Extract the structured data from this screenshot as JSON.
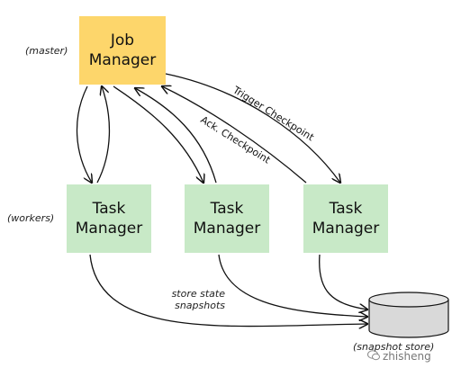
{
  "nodes": {
    "job_manager": "Job\nManager",
    "task_manager_1": "Task\nManager",
    "task_manager_2": "Task\nManager",
    "task_manager_3": "Task\nManager"
  },
  "roles": {
    "master": "(master)",
    "workers": "(workers)"
  },
  "edge_labels": {
    "trigger": "Trigger Checkpoint",
    "ack": "Ack. Checkpoint",
    "store": "store state\nsnapshots"
  },
  "store": {
    "label": "(snapshot store)"
  },
  "watermark": {
    "text": "zhisheng",
    "icon": "chat-bubble-icon"
  },
  "colors": {
    "job_manager_fill": "#fdd66b",
    "task_manager_fill": "#c8e9c7",
    "store_fill": "#d9d9d9"
  }
}
